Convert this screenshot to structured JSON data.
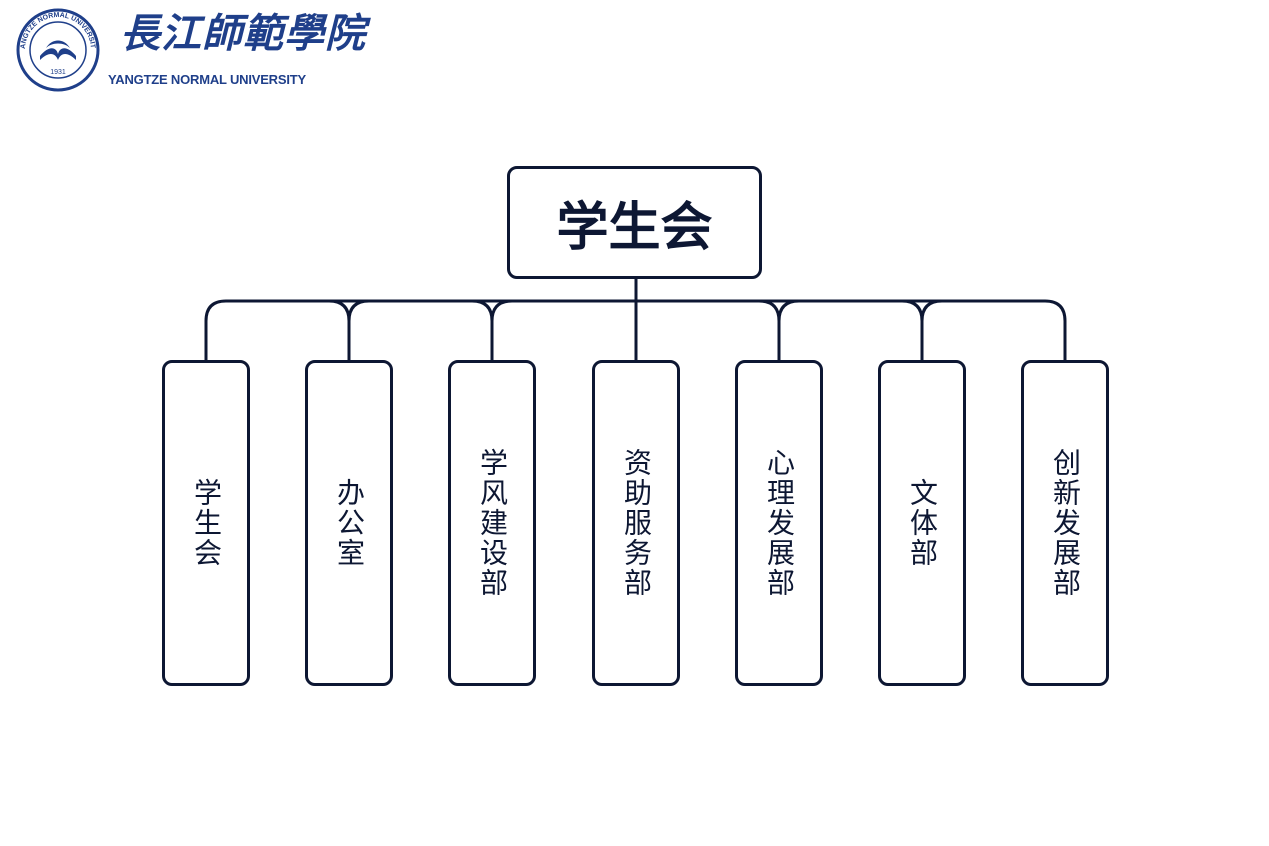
{
  "logo": {
    "chinese_name": "長江師範學院",
    "english_name": "YANGTZE NORMAL UNIVERSITY",
    "emblem_ring_text": "YANGTZE NORMAL UNIVERSITY",
    "emblem_year": "1931"
  },
  "org_chart": {
    "root": "学生会",
    "children": [
      "学生会",
      "办公室",
      "学风建设部",
      "资助服务部",
      "心理发展部",
      "文体部",
      "创新发展部"
    ]
  },
  "colors": {
    "line": "#0d1733",
    "logo_blue": "#1f3f8a"
  }
}
